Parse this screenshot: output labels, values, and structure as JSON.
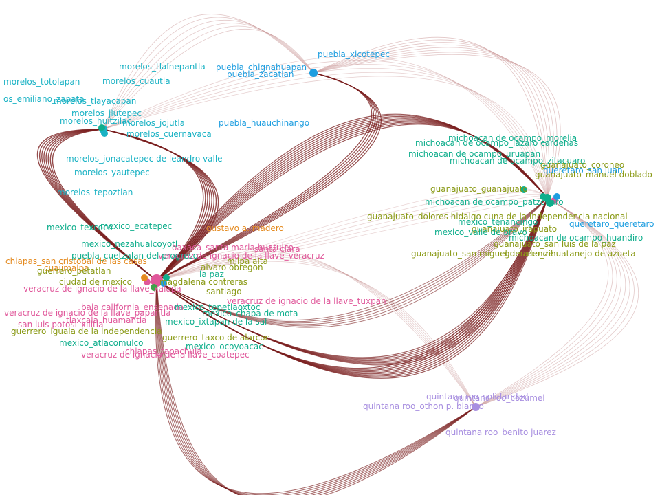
{
  "colors": {
    "edge_heavy": "#7a1f1f",
    "edge_light": "#c89494",
    "cyan": "#1ab2c4",
    "olive": "#8a9a16",
    "pink": "#e0579a",
    "orange": "#e48a1f",
    "green": "#3ea34a",
    "purple": "#a88fe0",
    "blue": "#1e9ee0",
    "teal": "#0fae8c"
  },
  "clusters": [
    {
      "id": "mexico-central",
      "color": "pink"
    },
    {
      "id": "morelos",
      "color": "cyan"
    },
    {
      "id": "puebla",
      "color": "blue"
    },
    {
      "id": "michoacan-guanajuato",
      "color": "teal"
    },
    {
      "id": "quintana-roo",
      "color": "purple"
    }
  ],
  "labels": [
    {
      "text": "puebla_xicotepec",
      "color": "blue"
    },
    {
      "text": "puebla_chignahuapan",
      "color": "blue"
    },
    {
      "text": "puebla_zacatlan",
      "color": "blue"
    },
    {
      "text": "morelos_tlalnepantla",
      "color": "cyan"
    },
    {
      "text": "morelos_cuautla",
      "color": "cyan"
    },
    {
      "text": "morelos_totolapan",
      "color": "cyan"
    },
    {
      "text": "os_emiliano_zapata",
      "color": "cyan"
    },
    {
      "text": "morelos_tlayacapan",
      "color": "cyan"
    },
    {
      "text": "morelos_jiutepec",
      "color": "cyan"
    },
    {
      "text": "morelos_huitzilac",
      "color": "cyan"
    },
    {
      "text": "morelos_jojutla",
      "color": "cyan"
    },
    {
      "text": "morelos_cuernavaca",
      "color": "cyan"
    },
    {
      "text": "puebla_huauchinango",
      "color": "blue"
    },
    {
      "text": "morelos_jonacatepec de leandro valle",
      "color": "cyan"
    },
    {
      "text": "morelos_yautepec",
      "color": "cyan"
    },
    {
      "text": "morelos_tepoztlan",
      "color": "cyan"
    },
    {
      "text": "michoacan de ocampo_morelia",
      "color": "teal"
    },
    {
      "text": "michoacan de ocampo_lazaro cardenas",
      "color": "teal"
    },
    {
      "text": "michoacan de ocampo_uruapan",
      "color": "teal"
    },
    {
      "text": "michoacan de ocampo_zitacuaro",
      "color": "teal"
    },
    {
      "text": "guanajuato_coroneo",
      "color": "olive"
    },
    {
      "text": "queretaro_san juan",
      "color": "blue"
    },
    {
      "text": "guanajuato_manuel doblado",
      "color": "olive"
    },
    {
      "text": "guanajuato_guanajuato",
      "color": "olive"
    },
    {
      "text": "michoacan de ocampo_patzcuaro",
      "color": "teal"
    },
    {
      "text": "guanajuato_dolores hidalgo cuna de la independencia nacional",
      "color": "olive"
    },
    {
      "text": "queretaro_queretaro",
      "color": "blue"
    },
    {
      "text": "mexico_tenancingo",
      "color": "teal"
    },
    {
      "text": "guanajuato_irapuato",
      "color": "olive"
    },
    {
      "text": "mexico_valle de bravo",
      "color": "teal"
    },
    {
      "text": "michoacan de ocampo_huandiro",
      "color": "teal"
    },
    {
      "text": "guanajuato_san luis de la paz",
      "color": "olive"
    },
    {
      "text": "guanajuato_san miguel de allende",
      "color": "olive"
    },
    {
      "text": "guerrero_zihuatanejo de azueta",
      "color": "olive"
    },
    {
      "text": "mexico_texcoco",
      "color": "teal"
    },
    {
      "text": "mexico_ecatepec",
      "color": "teal"
    },
    {
      "text": "gustavo a. madero",
      "color": "orange"
    },
    {
      "text": "mexico_nezahualcoyotl",
      "color": "teal"
    },
    {
      "text": "oaxaca_santa maria huatulco",
      "color": "pink"
    },
    {
      "text": "santa clara",
      "color": "pink"
    },
    {
      "text": "veracruz de ignacio de la llave_veracruz",
      "color": "pink"
    },
    {
      "text": "puebla_cuetzalan del progreso",
      "color": "teal"
    },
    {
      "text": "chiapas_san cristobal de las casas",
      "color": "orange"
    },
    {
      "text": "cuajimalpa",
      "color": "orange"
    },
    {
      "text": "milpa alta",
      "color": "olive"
    },
    {
      "text": "alvaro obregon",
      "color": "olive"
    },
    {
      "text": "guerrero_petatlan",
      "color": "olive"
    },
    {
      "text": "la paz",
      "color": "teal"
    },
    {
      "text": "ciudad de mexico",
      "color": "olive"
    },
    {
      "text": "magdalena contreras",
      "color": "olive"
    },
    {
      "text": "veracruz de ignacio de la llave_xalapa",
      "color": "pink"
    },
    {
      "text": "santiago",
      "color": "olive"
    },
    {
      "text": "veracruz de ignacio de la llave_tuxpan",
      "color": "pink"
    },
    {
      "text": "baja california_ensenada",
      "color": "pink"
    },
    {
      "text": "mexico_tepetlaoxtoc",
      "color": "teal"
    },
    {
      "text": "veracruz de ignacio de la llave_papantla",
      "color": "pink"
    },
    {
      "text": "mexico_chapa de mota",
      "color": "teal"
    },
    {
      "text": "san luis potosi_xilitla",
      "color": "pink"
    },
    {
      "text": "tlaxcala_huamantla",
      "color": "pink"
    },
    {
      "text": "mexico_ixtapan de la sal",
      "color": "teal"
    },
    {
      "text": "guerrero_iguala de la independencia",
      "color": "olive"
    },
    {
      "text": "guerrero_taxco de alarcon",
      "color": "olive"
    },
    {
      "text": "mexico_atlacomulco",
      "color": "teal"
    },
    {
      "text": "chiapas_tapachula",
      "color": "pink"
    },
    {
      "text": "mexico_ocoyoacac",
      "color": "teal"
    },
    {
      "text": "veracruz de ignacio de la llave_coatepec",
      "color": "pink"
    },
    {
      "text": "quintana roo_solidaridad",
      "color": "purple"
    },
    {
      "text": "quintana roo_cozumel",
      "color": "purple"
    },
    {
      "text": "quintana roo_othon p. blanco",
      "color": "purple"
    },
    {
      "text": "quintana roo_benito juarez",
      "color": "purple"
    }
  ]
}
